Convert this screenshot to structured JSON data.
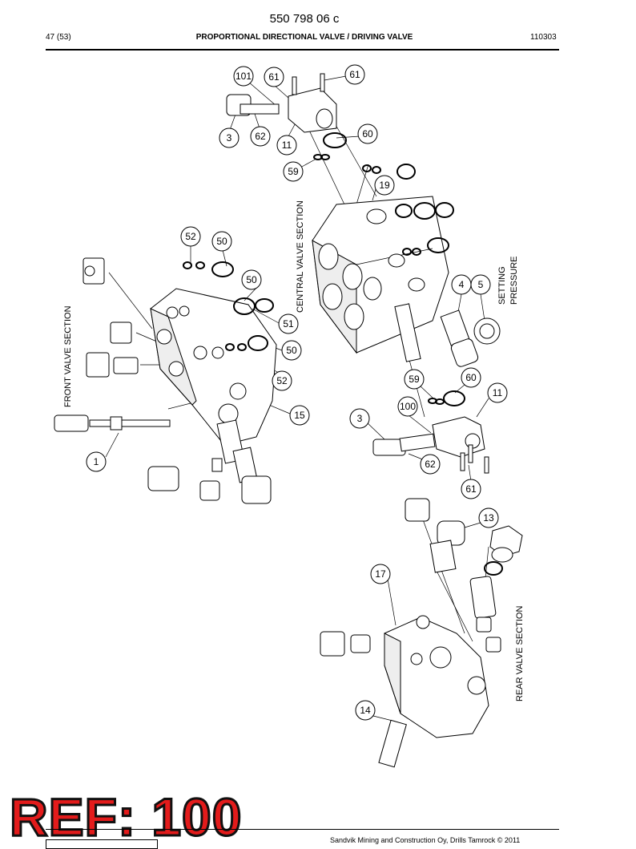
{
  "header": {
    "doc_number": "550 798 06 c",
    "page": "47 (53)",
    "title": "PROPORTIONAL DIRECTIONAL VALVE / DRIVING VALVE",
    "date_code": "110303"
  },
  "sections": {
    "central": "CENTRAL VALVE SECTION",
    "front": "FRONT VALVE SECTION",
    "rear": "REAR VALVE SECTION",
    "setting_1": "SETTING",
    "setting_2": "PRESSURE"
  },
  "callouts": [
    "101",
    "61",
    "61",
    "3",
    "62",
    "11",
    "60",
    "59",
    "19",
    "52",
    "50",
    "50",
    "51",
    "50",
    "52",
    "15",
    "4",
    "5",
    "59",
    "60",
    "11",
    "100",
    "3",
    "62",
    "61",
    "1",
    "13",
    "17",
    "14"
  ],
  "stamp": "REF: 100",
  "footer": {
    "text": "Sandvik Mining and Construction Oy, Drills Tamrock © 2011"
  }
}
